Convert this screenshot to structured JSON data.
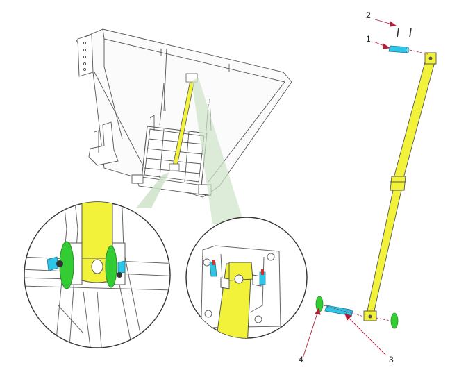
{
  "callouts": {
    "c1": "1",
    "c2": "2",
    "c3": "3",
    "c4": "4"
  },
  "colors": {
    "strut_yellow": "#f2f23a",
    "clevis_pin_cyan": "#2ec6e6",
    "washer_green": "#33cc33",
    "leader_red": "#b0203a",
    "zoom_cone_green": "#cfe3c9",
    "line_gray": "#555555"
  }
}
